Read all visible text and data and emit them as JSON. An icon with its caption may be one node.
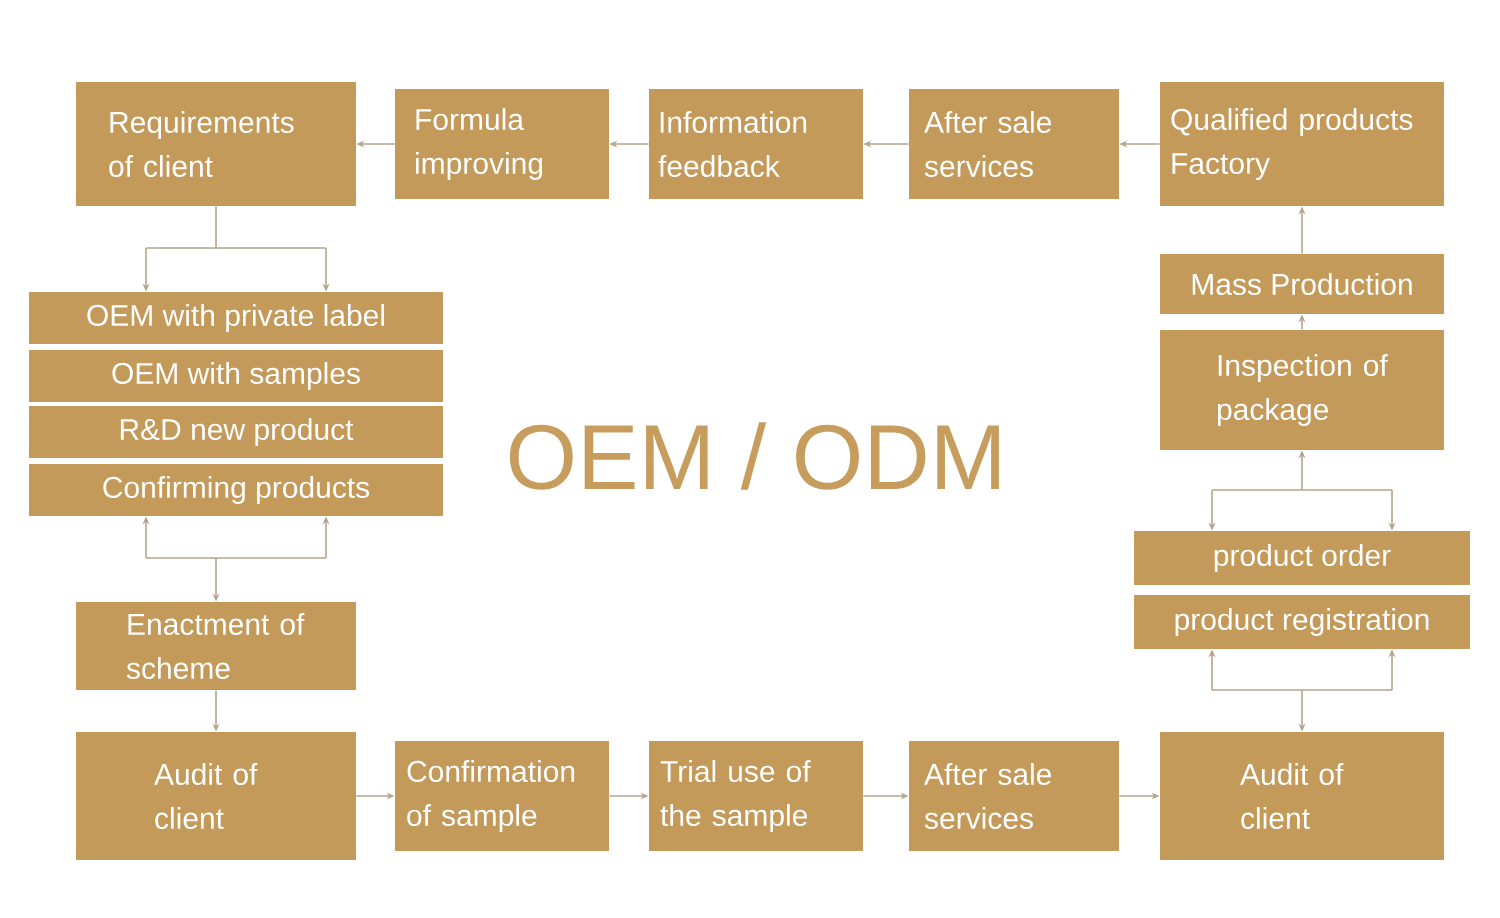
{
  "diagram": {
    "title": "OEM / ODM",
    "nodes": [
      {
        "text": [
          "Requirements of client"
        ]
      },
      {
        "text": [
          "Formula improving"
        ]
      },
      {
        "text": [
          "Information feedback"
        ]
      },
      {
        "text": [
          "After sale services"
        ]
      },
      {
        "text": [
          "Qualified products Factory"
        ]
      },
      {
        "text": [
          "OEM with private label"
        ]
      },
      {
        "text": [
          "OEM with samples"
        ]
      },
      {
        "text": [
          "R&D new product"
        ]
      },
      {
        "text": [
          "Confirming products"
        ]
      },
      {
        "text": [
          "Enactment of scheme"
        ]
      },
      {
        "text": [
          "Audit of client"
        ]
      },
      {
        "text": [
          "Confirmation of sample"
        ]
      },
      {
        "text": [
          "Trial use of the sample"
        ]
      },
      {
        "text": [
          "After sale services"
        ]
      },
      {
        "text": [
          "Audit of client"
        ]
      },
      {
        "text": [
          "product registration"
        ]
      },
      {
        "text": [
          "product order"
        ]
      },
      {
        "text": [
          "Inspection of package"
        ]
      },
      {
        "text": [
          "Mass Production"
        ]
      }
    ],
    "edges": [
      {
        "from": 4,
        "to": 3,
        "arrow": "to"
      },
      {
        "from": 3,
        "to": 2,
        "arrow": "to"
      },
      {
        "from": 2,
        "to": 1,
        "arrow": "to"
      },
      {
        "from": 1,
        "to": 0,
        "arrow": "to"
      },
      {
        "from": 0,
        "to": 5,
        "arrow": "to"
      },
      {
        "from": 8,
        "to": 9,
        "arrow": "both"
      },
      {
        "from": 9,
        "to": 10,
        "arrow": "to"
      },
      {
        "from": 10,
        "to": 11,
        "arrow": "to"
      },
      {
        "from": 11,
        "to": 12,
        "arrow": "to"
      },
      {
        "from": 12,
        "to": 13,
        "arrow": "to"
      },
      {
        "from": 13,
        "to": 14,
        "arrow": "to"
      },
      {
        "from": 14,
        "to": 15,
        "arrow": "both"
      },
      {
        "from": 16,
        "to": 17,
        "arrow": "both"
      },
      {
        "from": 17,
        "to": 18,
        "arrow": "to"
      },
      {
        "from": 18,
        "to": 4,
        "arrow": "to"
      }
    ]
  }
}
